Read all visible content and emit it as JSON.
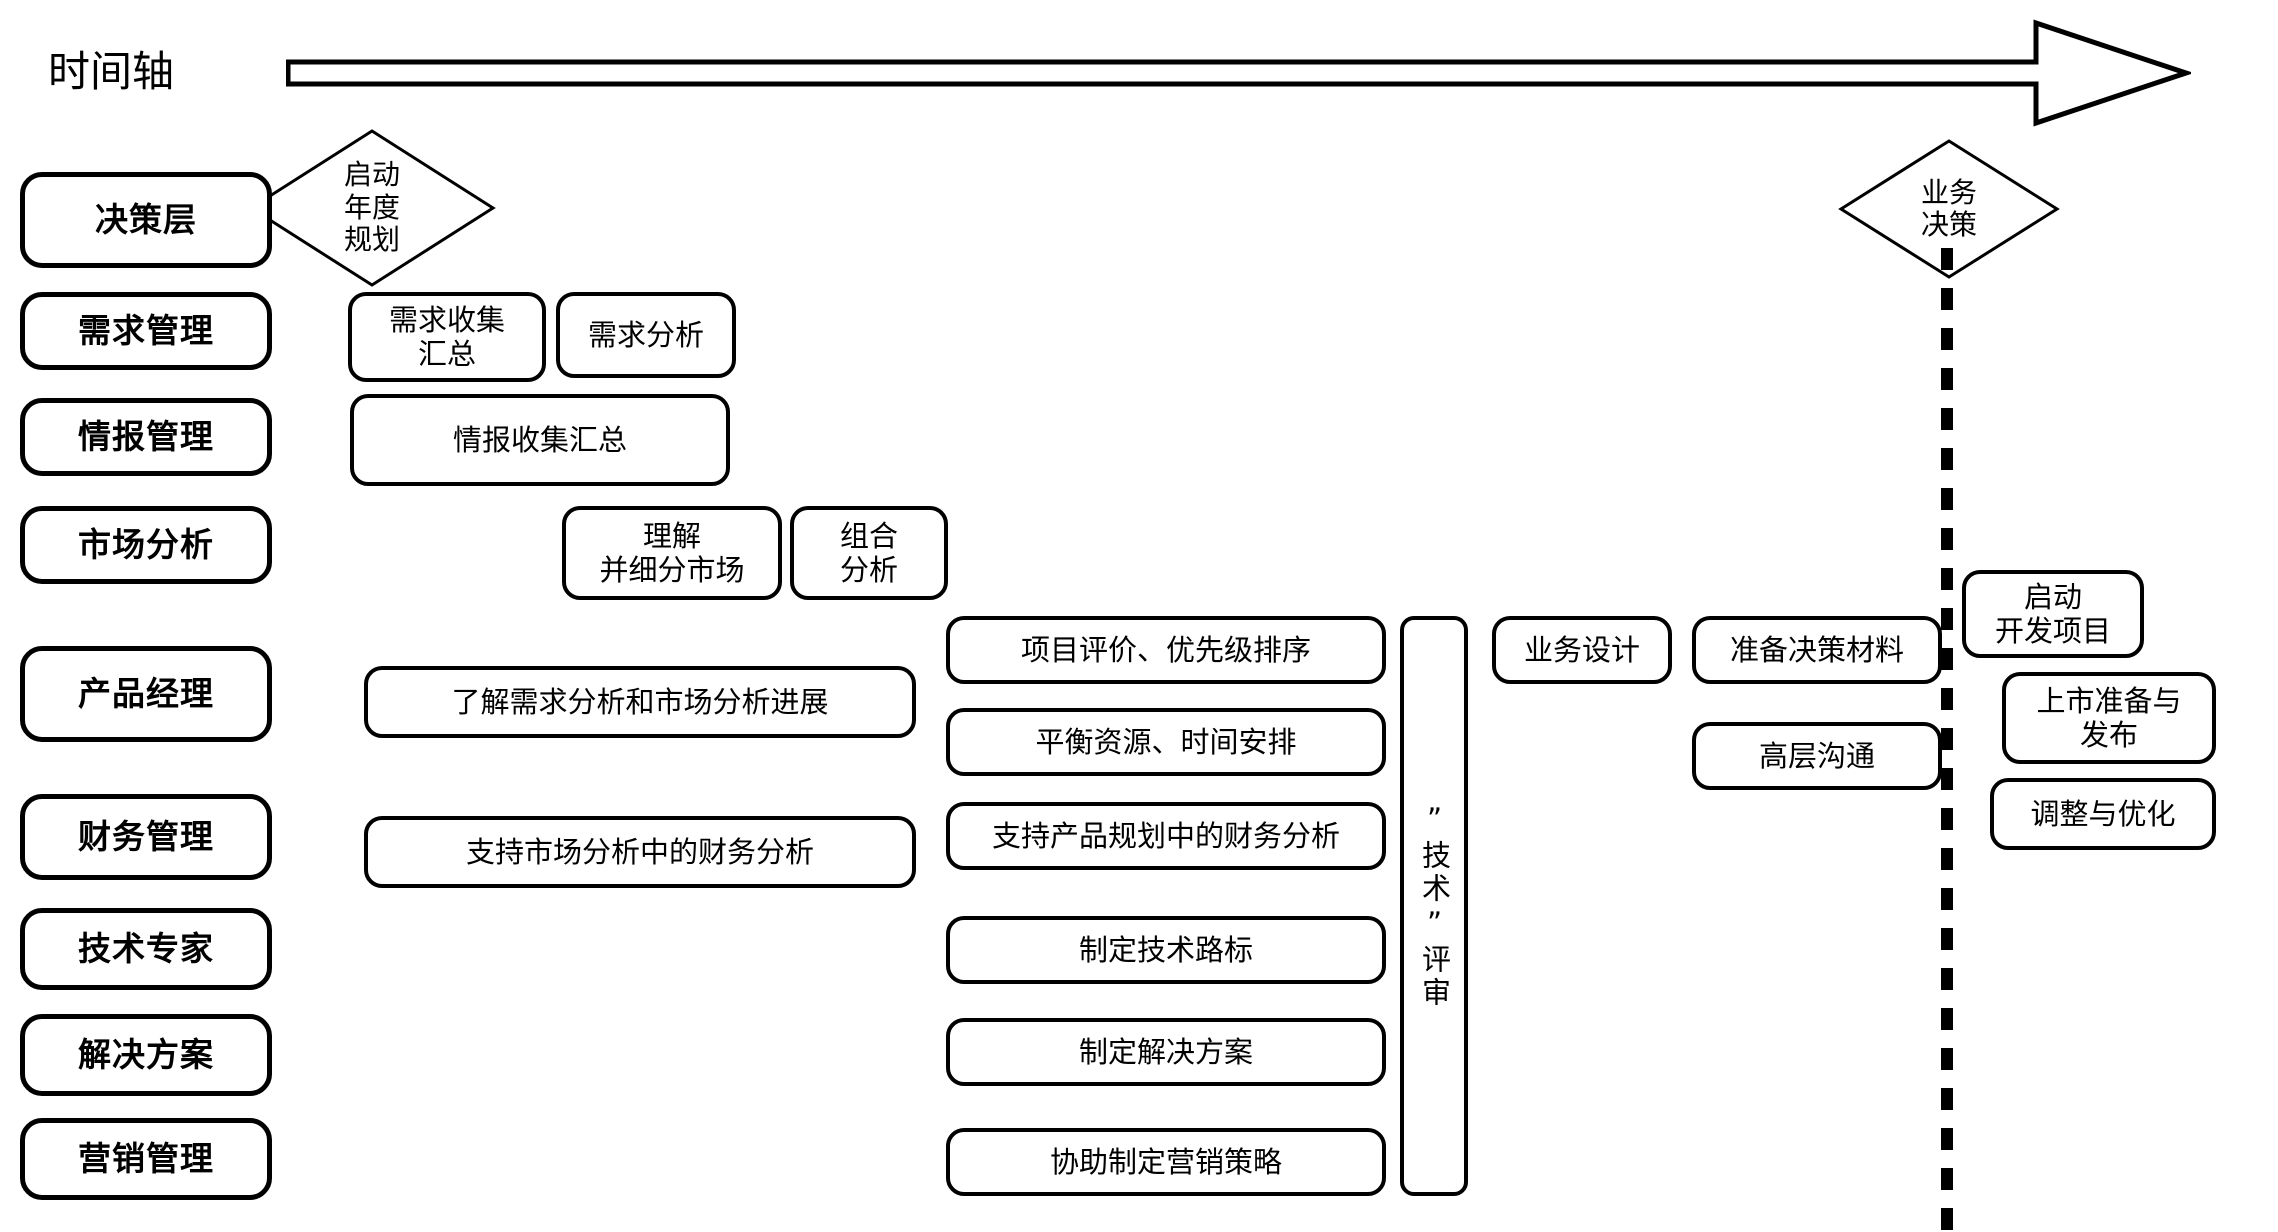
{
  "timeline": {
    "label": "时间轴",
    "arrow_direction": "right"
  },
  "milestones": [
    {
      "id": "start-annual-planning",
      "label": "启动\n年度\n规划"
    },
    {
      "id": "business-decision",
      "label": "业务\n决策"
    }
  ],
  "lanes": [
    {
      "id": "decision-layer",
      "label": "决策层"
    },
    {
      "id": "demand-management",
      "label": "需求管理"
    },
    {
      "id": "intelligence-management",
      "label": "情报管理"
    },
    {
      "id": "market-analysis",
      "label": "市场分析"
    },
    {
      "id": "product-manager",
      "label": "产品经理"
    },
    {
      "id": "finance-management",
      "label": "财务管理"
    },
    {
      "id": "technical-expert",
      "label": "技术专家"
    },
    {
      "id": "solution",
      "label": "解决方案"
    },
    {
      "id": "marketing-management",
      "label": "营销管理"
    }
  ],
  "tasks": {
    "demand_collect_summary": "需求收集\n汇总",
    "demand_analysis": "需求分析",
    "intelligence_collect_summary": "情报收集汇总",
    "understand_segment_market": "理解\n并细分市场",
    "portfolio_analysis": "组合\n分析",
    "know_demand_and_market_progress": "了解需求分析和市场分析进展",
    "support_market_financial_analysis": "支持市场分析中的财务分析",
    "project_eval_priority": "项目评价、优先级排序",
    "balance_resource_schedule": "平衡资源、时间安排",
    "support_product_plan_financial_analysis": "支持产品规划中的财务分析",
    "make_tech_roadmap": "制定技术路标",
    "make_solution": "制定解决方案",
    "assist_marketing_strategy": "协助制定营销策略",
    "technical_review": "”技术”评审",
    "business_design": "业务设计",
    "prepare_decision_material": "准备决策材料",
    "senior_communication": "高层沟通",
    "start_development_project": "启动\n开发项目",
    "launch_prep_release": "上市准备与\n发布",
    "adjust_optimize": "调整与优化"
  },
  "colors": {
    "line": "#000000",
    "background": "#ffffff",
    "text": "#000000"
  }
}
